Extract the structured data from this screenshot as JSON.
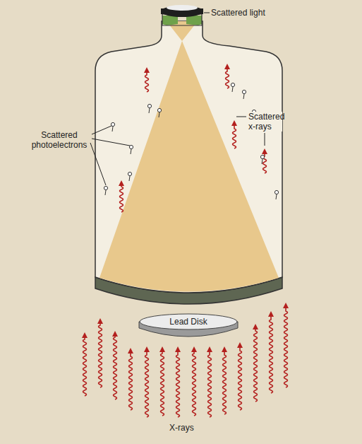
{
  "diagram": {
    "nodes": [
      {
        "text": [
          "Lead Disk"
        ]
      }
    ],
    "labels": [
      "Scattered light",
      "Scattered photoelectrons",
      "Scattered x-rays",
      "X-rays"
    ]
  }
}
